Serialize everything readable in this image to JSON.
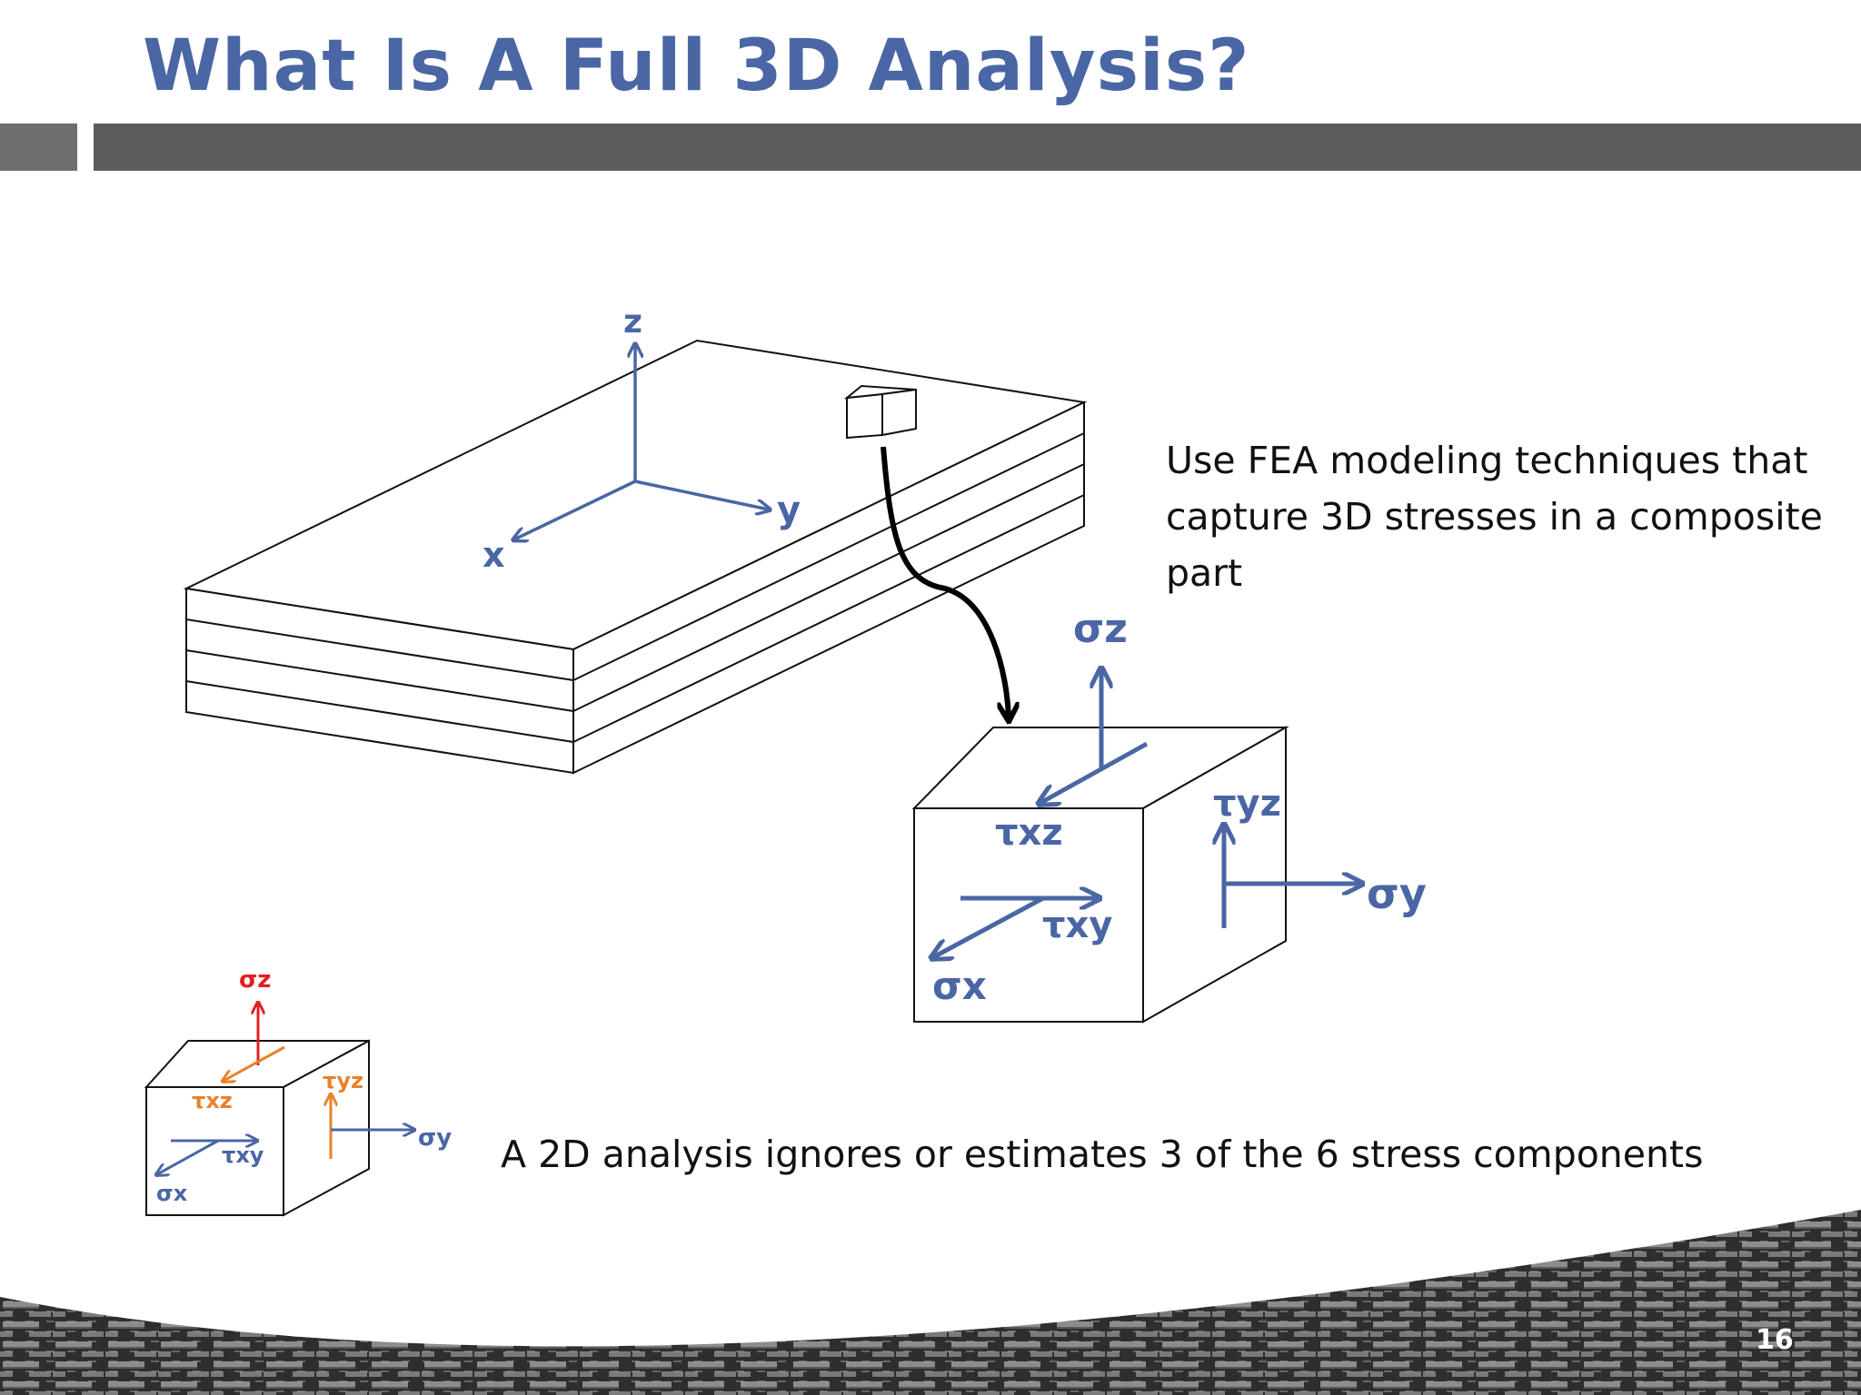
{
  "slide": {
    "title": "What Is A Full 3D Analysis?",
    "description_3d": "Use FEA modeling techniques that capture 3D stresses in a composite part",
    "description_2d": "A 2D analysis ignores or estimates 3 of the 6 stress components",
    "page_number": "16"
  },
  "plate_axes": {
    "z": "z",
    "y": "y",
    "x": "x"
  },
  "stress_labels": {
    "sigma_z": "σz",
    "sigma_y": "σy",
    "sigma_x": "σx",
    "tau_xz": "τxz",
    "tau_yz": "τyz",
    "tau_xy": "τxy"
  },
  "colors": {
    "title": "#4a66a4",
    "axis_blue": "#4a66a4",
    "header_bar": "#5d5d5f",
    "small_sigma_z": "#e0201e",
    "small_shear": "#e8822a",
    "footer_fabric": "#2b2b2b"
  },
  "icons": {
    "footer": "carbon-fiber-weave-pattern",
    "zoom_arrow": "curved-black-arrow"
  }
}
